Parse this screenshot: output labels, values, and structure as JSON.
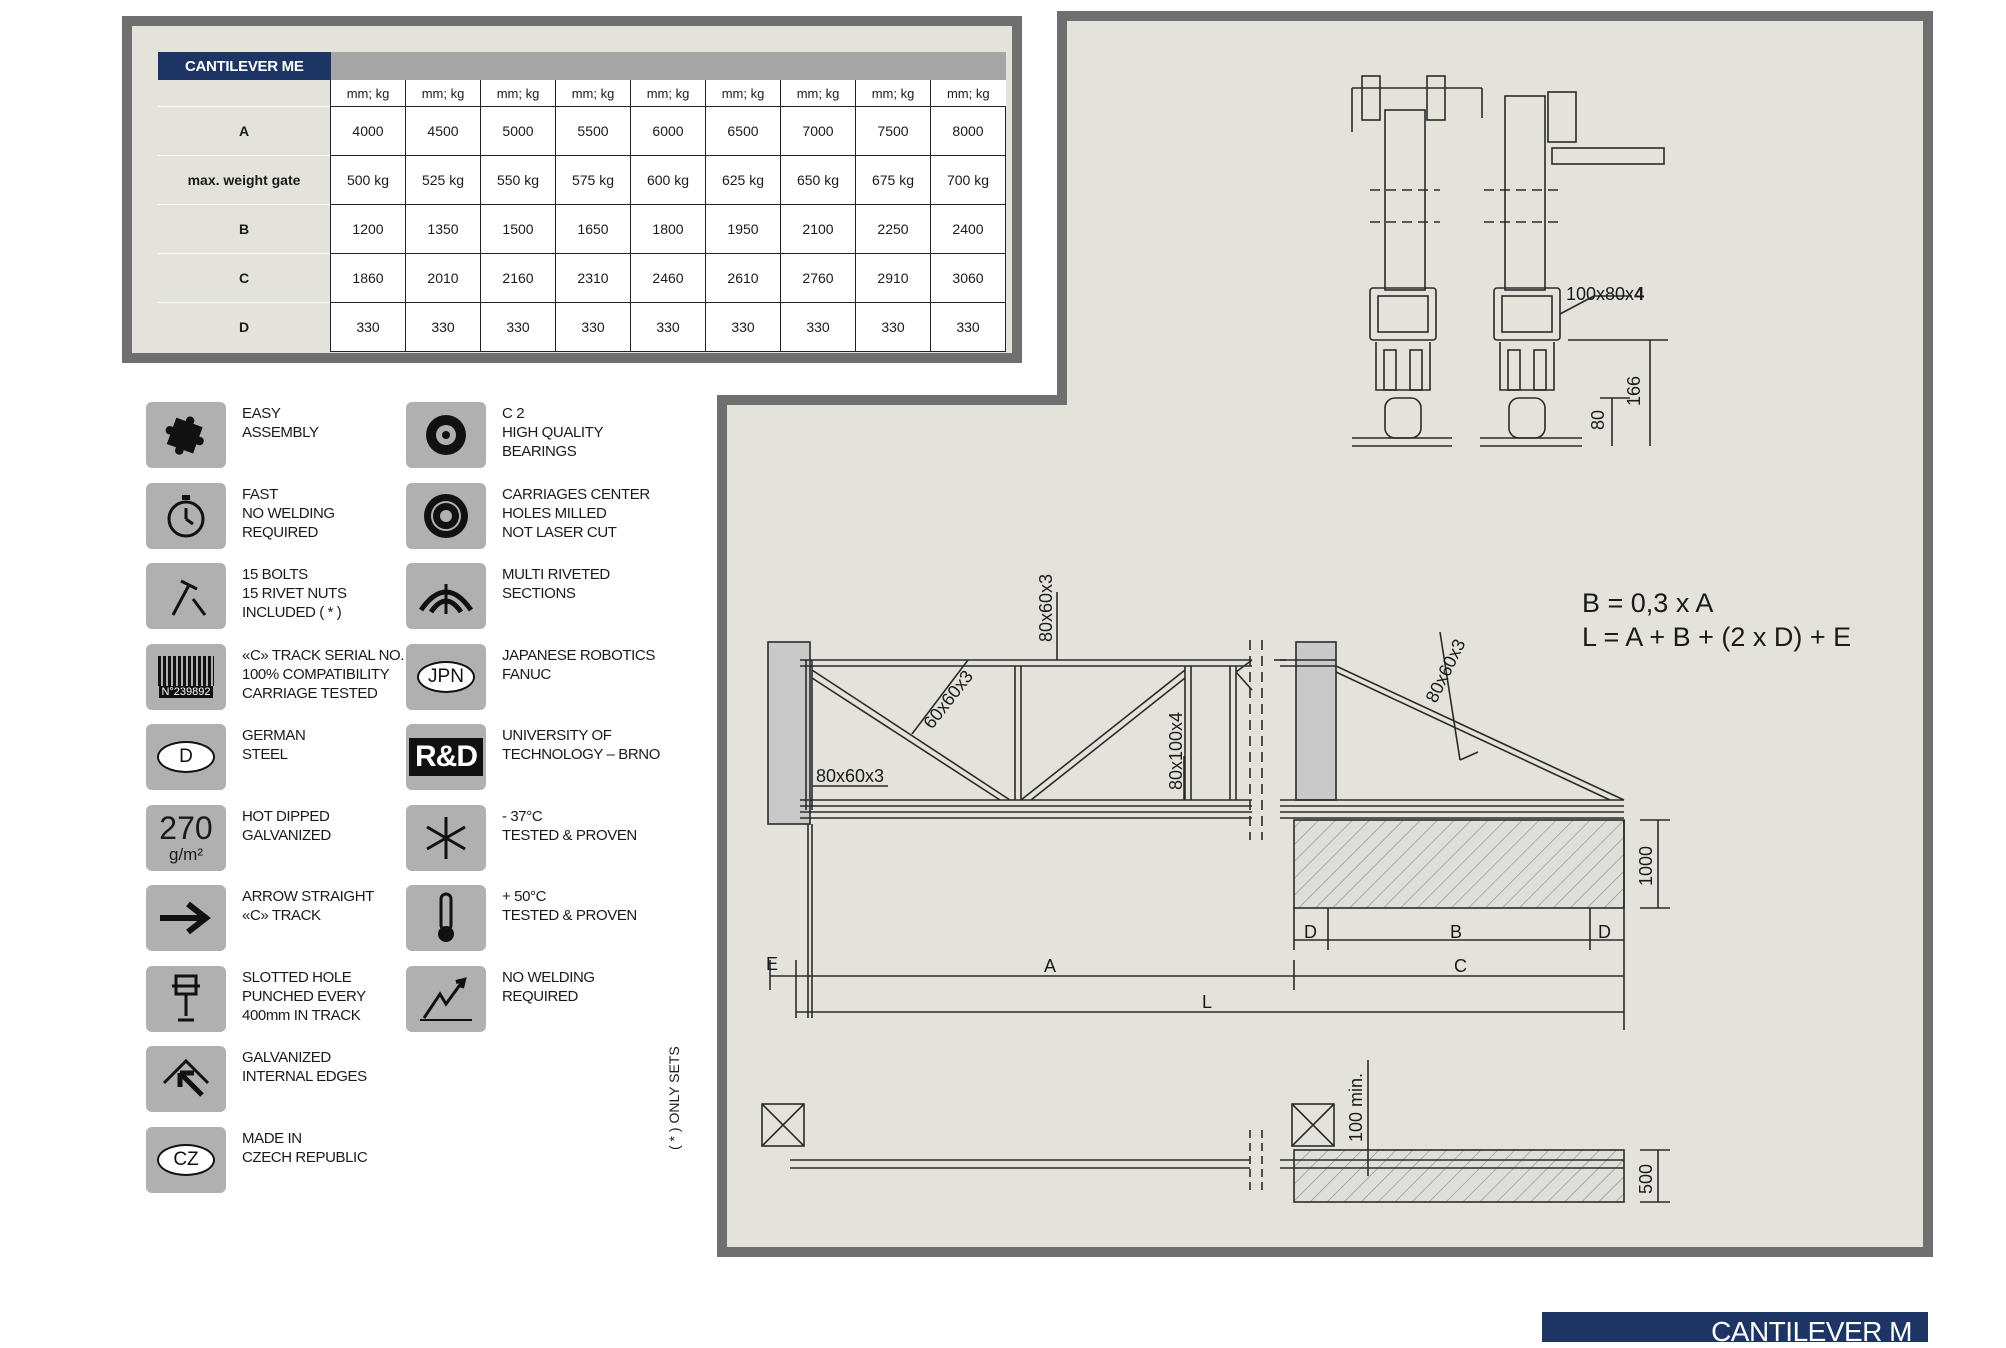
{
  "table": {
    "title": "CANTILEVER ME",
    "units": [
      "mm; kg",
      "mm; kg",
      "mm; kg",
      "mm; kg",
      "mm; kg",
      "mm; kg",
      "mm; kg",
      "mm; kg",
      "mm; kg"
    ],
    "rows": [
      {
        "label": "A",
        "values": [
          "4000",
          "4500",
          "5000",
          "5500",
          "6000",
          "6500",
          "7000",
          "7500",
          "8000"
        ]
      },
      {
        "label": "max. weight gate",
        "values": [
          "500 kg",
          "525 kg",
          "550 kg",
          "575 kg",
          "600 kg",
          "625 kg",
          "650 kg",
          "675 kg",
          "700 kg"
        ]
      },
      {
        "label": "B",
        "values": [
          "1200",
          "1350",
          "1500",
          "1650",
          "1800",
          "1950",
          "2100",
          "2250",
          "2400"
        ]
      },
      {
        "label": "C",
        "values": [
          "1860",
          "2010",
          "2160",
          "2310",
          "2460",
          "2610",
          "2760",
          "2910",
          "3060"
        ]
      },
      {
        "label": "D",
        "values": [
          "330",
          "330",
          "330",
          "330",
          "330",
          "330",
          "330",
          "330",
          "330"
        ]
      }
    ]
  },
  "features_left": [
    {
      "icon": "puzzle-icon",
      "label": "EASY\nASSEMBLY"
    },
    {
      "icon": "stopwatch-icon",
      "label": "FAST\nNO WELDING\nREQUIRED"
    },
    {
      "icon": "hammer-nail-icon",
      "label": "15 BOLTS\n15 RIVET NUTS\nINCLUDED ( * )"
    },
    {
      "icon": "barcode-icon",
      "label": "«C» TRACK SERIAL NO.\n100% COMPATIBILITY\nCARRIAGE TESTED",
      "icon_text": "N°239892"
    },
    {
      "icon": "country-oval-icon",
      "label": "GERMAN\nSTEEL",
      "icon_text": "D"
    },
    {
      "icon": "zinc-weight-icon",
      "label": "HOT DIPPED\nGALVANIZED",
      "icon_text": "270",
      "icon_unit": "g/m²"
    },
    {
      "icon": "arrow-right-icon",
      "label": "ARROW STRAIGHT\n«C» TRACK"
    },
    {
      "icon": "punch-icon",
      "label": "SLOTTED HOLE\nPUNCHED EVERY\n400mm IN TRACK"
    },
    {
      "icon": "edge-arrow-icon",
      "label": "GALVANIZED\nINTERNAL EDGES"
    },
    {
      "icon": "country-oval-icon",
      "label": "MADE IN\nCZECH REPUBLIC",
      "icon_text": "CZ"
    }
  ],
  "features_right": [
    {
      "icon": "bearing-icon",
      "label": "C 2\nHIGH QUALITY\nBEARINGS"
    },
    {
      "icon": "disc-icon",
      "label": "CARRIAGES CENTER\nHOLES MILLED\nNOT LASER CUT"
    },
    {
      "icon": "rivet-sections-icon",
      "label": "MULTI RIVETED\nSECTIONS"
    },
    {
      "icon": "country-oval-icon",
      "label": "JAPANESE ROBOTICS\nFANUC",
      "icon_text": "JPN"
    },
    {
      "icon": "rd-icon",
      "label": "UNIVERSITY OF\nTECHNOLOGY – BRNO",
      "icon_text": "R&D"
    },
    {
      "icon": "snowflake-icon",
      "label": "- 37°C\nTESTED & PROVEN"
    },
    {
      "icon": "thermometer-icon",
      "label": "+ 50°C\nTESTED & PROVEN"
    },
    {
      "icon": "no-weld-icon",
      "label": "NO WELDING\nREQUIRED"
    }
  ],
  "drawing": {
    "formula1": "B = 0,3 x A",
    "formula2": "L = A + B + (2 x D) + E",
    "labels": {
      "profile_top": "80x60x3",
      "diag1": "60x60x3",
      "bottom_left": "80x60x3",
      "vertical": "80x100x4",
      "diag2": "80x60x3",
      "profile_section": "100x80x",
      "profile_section_bold": "4",
      "dim_166": "166",
      "dim_80": "80",
      "dim_1000": "1000",
      "dim_500": "500",
      "dim_100min": "100 min.",
      "dim_A": "A",
      "dim_B": "B",
      "dim_C": "C",
      "dim_D": "D",
      "dim_E": "E",
      "dim_L": "L"
    }
  },
  "only_sets": "( * ) ONLY SETS",
  "footer": "CANTILEVER M"
}
